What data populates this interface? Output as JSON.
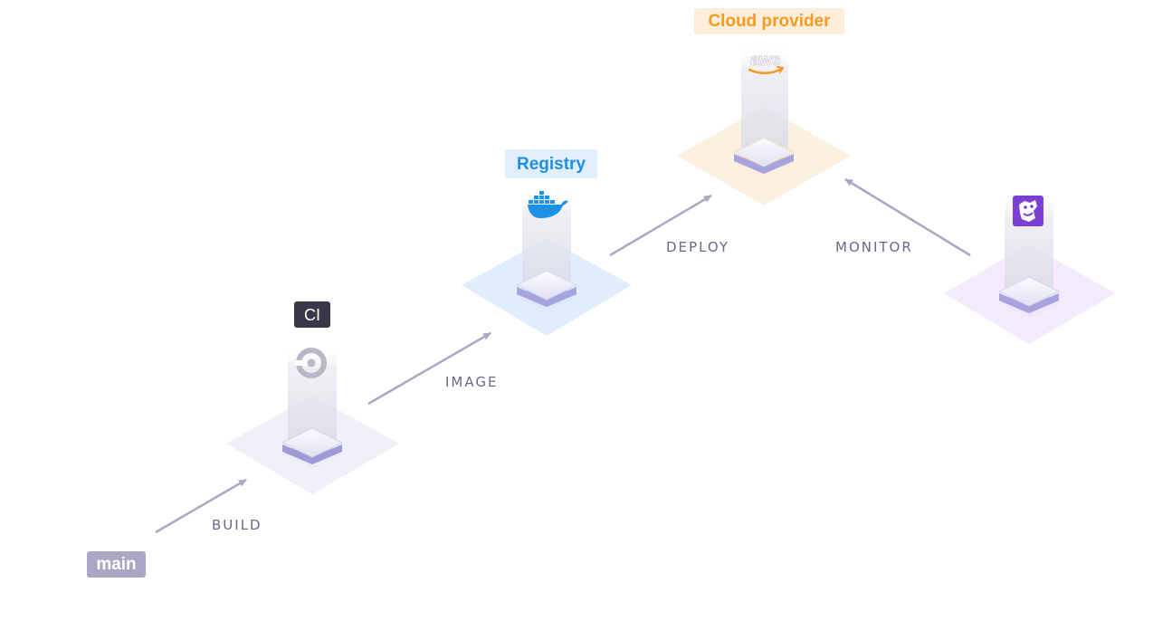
{
  "colors": {
    "arrow": "#aaa8c4",
    "flow_label": "#6a6889",
    "ci_tile": "#ededf8",
    "registry_tile": "#dbeafd",
    "cloud_tile": "#fbeedb",
    "monitor_tile": "#f1e6fd",
    "main_badge_bg": "#a9a7c3",
    "ci_badge_bg": "#383848",
    "registry_badge_bg": "#e1eefc",
    "registry_text": "#1f8fe6",
    "cloud_badge_bg": "#fdeedc",
    "cloud_text": "#f39b1e",
    "docker_blue": "#1d91e6",
    "datadog_purple": "#7b3fd3"
  },
  "source": {
    "label": "main"
  },
  "flows": {
    "build": "BUILD",
    "image": "IMAGE",
    "deploy": "DEPLOY",
    "monitor": "MONITOR"
  },
  "nodes": {
    "ci": {
      "label": "CI",
      "icon": "circleci-icon"
    },
    "registry": {
      "label": "Registry",
      "icon": "docker-icon"
    },
    "cloud": {
      "label": "Cloud provider",
      "icon": "aws-icon",
      "icon_text": "aws"
    },
    "monitoring": {
      "icon": "datadog-icon"
    }
  }
}
